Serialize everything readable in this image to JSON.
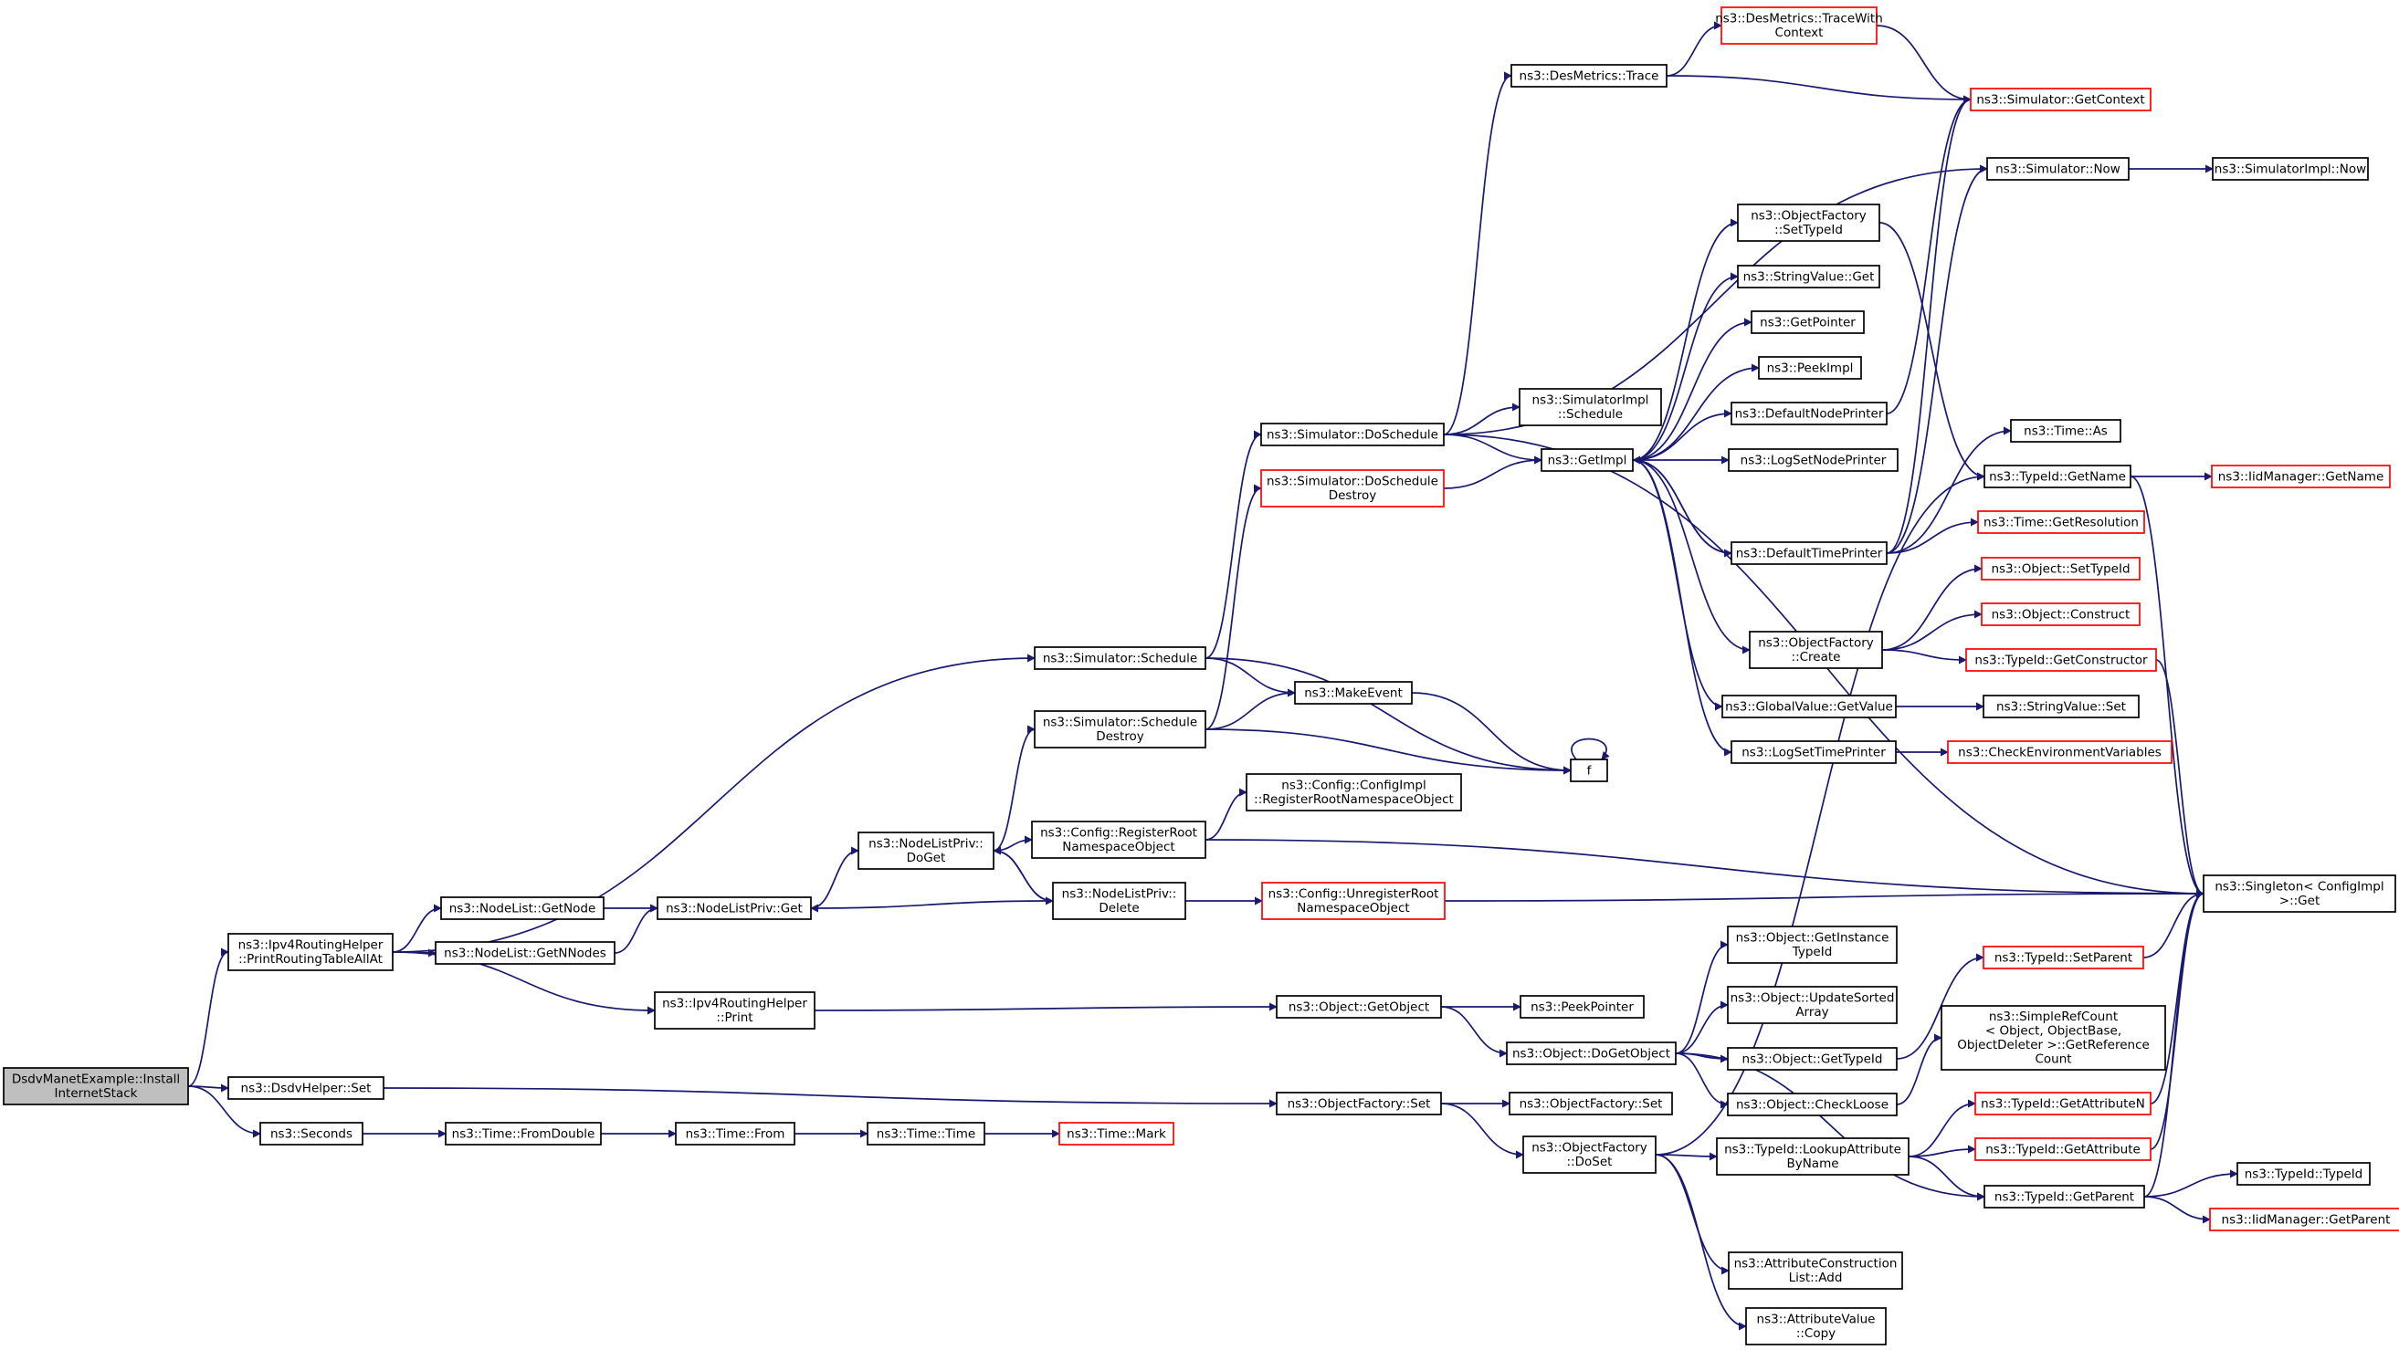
{
  "colors": {
    "edge": "#191970",
    "node_border": "#000000",
    "external_border": "#ff0000",
    "root_fill": "#bfbfbf",
    "background": "#ffffff"
  },
  "nodes": [
    {
      "id": "root",
      "lines": [
        "DsdvManetExample::Install",
        "InternetStack"
      ],
      "style": "root"
    },
    {
      "id": "printrt",
      "lines": [
        "ns3::Ipv4RoutingHelper",
        "::PrintRoutingTableAllAt"
      ]
    },
    {
      "id": "dsdvset",
      "lines": [
        "ns3::DsdvHelper::Set"
      ]
    },
    {
      "id": "seconds",
      "lines": [
        "ns3::Seconds"
      ]
    },
    {
      "id": "getnode",
      "lines": [
        "ns3::NodeList::GetNode"
      ]
    },
    {
      "id": "getnnodes",
      "lines": [
        "ns3::NodeList::GetNNodes"
      ]
    },
    {
      "id": "nlpget",
      "lines": [
        "ns3::NodeListPriv::Get"
      ]
    },
    {
      "id": "nlpdoget",
      "lines": [
        "ns3::NodeListPriv::",
        "DoGet"
      ]
    },
    {
      "id": "nlpdelete",
      "lines": [
        "ns3::NodeListPriv::",
        "Delete"
      ]
    },
    {
      "id": "print",
      "lines": [
        "ns3::Ipv4RoutingHelper",
        "::Print"
      ]
    },
    {
      "id": "schedule",
      "lines": [
        "ns3::Simulator::Schedule"
      ]
    },
    {
      "id": "schedestroy",
      "lines": [
        "ns3::Simulator::Schedule",
        "Destroy"
      ]
    },
    {
      "id": "makeevent",
      "lines": [
        "ns3::MakeEvent"
      ]
    },
    {
      "id": "f",
      "lines": [
        "f"
      ]
    },
    {
      "id": "regroot",
      "lines": [
        "ns3::Config::RegisterRoot",
        "NamespaceObject"
      ]
    },
    {
      "id": "cfgregroot",
      "lines": [
        "ns3::Config::ConfigImpl",
        "::RegisterRootNamespaceObject"
      ]
    },
    {
      "id": "unregroot",
      "lines": [
        "ns3::Config::UnregisterRoot",
        "NamespaceObject"
      ],
      "style": "red"
    },
    {
      "id": "doschedule",
      "lines": [
        "ns3::Simulator::DoSchedule"
      ]
    },
    {
      "id": "doschedestroy",
      "lines": [
        "ns3::Simulator::DoSchedule",
        "Destroy"
      ],
      "style": "red"
    },
    {
      "id": "desmtrace",
      "lines": [
        "ns3::DesMetrics::Trace"
      ]
    },
    {
      "id": "desmtracectx",
      "lines": [
        "ns3::DesMetrics::TraceWith",
        "Context"
      ],
      "style": "red"
    },
    {
      "id": "getcontext",
      "lines": [
        "ns3::Simulator::GetContext"
      ],
      "style": "red"
    },
    {
      "id": "simnow",
      "lines": [
        "ns3::Simulator::Now"
      ]
    },
    {
      "id": "simimplnow",
      "lines": [
        "ns3::SimulatorImpl::Now"
      ]
    },
    {
      "id": "simimplsched",
      "lines": [
        "ns3::SimulatorImpl",
        "::Schedule"
      ]
    },
    {
      "id": "getimpl",
      "lines": [
        "ns3::GetImpl"
      ]
    },
    {
      "id": "ofsettypeid",
      "lines": [
        "ns3::ObjectFactory",
        "::SetTypeId"
      ]
    },
    {
      "id": "strvalget",
      "lines": [
        "ns3::StringValue::Get"
      ]
    },
    {
      "id": "getpointer",
      "lines": [
        "ns3::GetPointer"
      ]
    },
    {
      "id": "peekimpl",
      "lines": [
        "ns3::PeekImpl"
      ]
    },
    {
      "id": "defnodeprinter",
      "lines": [
        "ns3::DefaultNodePrinter"
      ]
    },
    {
      "id": "logsetnode",
      "lines": [
        "ns3::LogSetNodePrinter"
      ]
    },
    {
      "id": "deftimeprinter",
      "lines": [
        "ns3::DefaultTimePrinter"
      ]
    },
    {
      "id": "ofcreate",
      "lines": [
        "ns3::ObjectFactory",
        "::Create"
      ]
    },
    {
      "id": "gvgetvalue",
      "lines": [
        "ns3::GlobalValue::GetValue"
      ]
    },
    {
      "id": "logsettime",
      "lines": [
        "ns3::LogSetTimePrinter"
      ]
    },
    {
      "id": "timeas",
      "lines": [
        "ns3::Time::As"
      ]
    },
    {
      "id": "typeidgetname",
      "lines": [
        "ns3::TypeId::GetName"
      ]
    },
    {
      "id": "iidgetname",
      "lines": [
        "ns3::IidManager::GetName"
      ],
      "style": "red"
    },
    {
      "id": "timegetres",
      "lines": [
        "ns3::Time::GetResolution"
      ],
      "style": "red"
    },
    {
      "id": "objsettypeid",
      "lines": [
        "ns3::Object::SetTypeId"
      ],
      "style": "red"
    },
    {
      "id": "objconstruct",
      "lines": [
        "ns3::Object::Construct"
      ],
      "style": "red"
    },
    {
      "id": "tidgetctor",
      "lines": [
        "ns3::TypeId::GetConstructor"
      ],
      "style": "red"
    },
    {
      "id": "strvalset",
      "lines": [
        "ns3::StringValue::Set"
      ]
    },
    {
      "id": "checkenv",
      "lines": [
        "ns3::CheckEnvironmentVariables"
      ],
      "style": "red"
    },
    {
      "id": "singleton",
      "lines": [
        "ns3::Singleton< ConfigImpl",
        ">::Get"
      ]
    },
    {
      "id": "objgetobject",
      "lines": [
        "ns3::Object::GetObject"
      ]
    },
    {
      "id": "peekpointer",
      "lines": [
        "ns3::PeekPointer"
      ]
    },
    {
      "id": "objdogetobject",
      "lines": [
        "ns3::Object::DoGetObject"
      ]
    },
    {
      "id": "objgetinst",
      "lines": [
        "ns3::Object::GetInstance",
        "TypeId"
      ]
    },
    {
      "id": "objupdsorted",
      "lines": [
        "ns3::Object::UpdateSorted",
        "Array"
      ]
    },
    {
      "id": "objgettypeid",
      "lines": [
        "ns3::Object::GetTypeId"
      ]
    },
    {
      "id": "objcheckloose",
      "lines": [
        "ns3::Object::CheckLoose"
      ]
    },
    {
      "id": "tidsetparent",
      "lines": [
        "ns3::TypeId::SetParent"
      ],
      "style": "red"
    },
    {
      "id": "simplerefcount",
      "lines": [
        "ns3::SimpleRefCount",
        "< Object, ObjectBase,",
        "ObjectDeleter >::GetReference",
        "Count"
      ]
    },
    {
      "id": "ofset",
      "lines": [
        "ns3::ObjectFactory::Set"
      ]
    },
    {
      "id": "ofset2",
      "lines": [
        "ns3::ObjectFactory::Set"
      ]
    },
    {
      "id": "ofdoset",
      "lines": [
        "ns3::ObjectFactory",
        "::DoSet"
      ]
    },
    {
      "id": "tidlookup",
      "lines": [
        "ns3::TypeId::LookupAttribute",
        "ByName"
      ]
    },
    {
      "id": "tidgetattrn",
      "lines": [
        "ns3::TypeId::GetAttributeN"
      ],
      "style": "red"
    },
    {
      "id": "tidgetattr",
      "lines": [
        "ns3::TypeId::GetAttribute"
      ],
      "style": "red"
    },
    {
      "id": "tidgetparent",
      "lines": [
        "ns3::TypeId::GetParent"
      ]
    },
    {
      "id": "tidtypeid",
      "lines": [
        "ns3::TypeId::TypeId"
      ]
    },
    {
      "id": "iidgetparent",
      "lines": [
        "ns3::IidManager::GetParent"
      ],
      "style": "red"
    },
    {
      "id": "attrconstr",
      "lines": [
        "ns3::AttributeConstruction",
        "List::Add"
      ]
    },
    {
      "id": "attrvalcopy",
      "lines": [
        "ns3::AttributeValue",
        "::Copy"
      ]
    },
    {
      "id": "timefromdouble",
      "lines": [
        "ns3::Time::FromDouble"
      ]
    },
    {
      "id": "timefrom",
      "lines": [
        "ns3::Time::From"
      ]
    },
    {
      "id": "timetime",
      "lines": [
        "ns3::Time::Time"
      ]
    },
    {
      "id": "timemark",
      "lines": [
        "ns3::Time::Mark"
      ],
      "style": "red"
    }
  ],
  "edges": [
    [
      "root",
      "printrt"
    ],
    [
      "root",
      "dsdvset"
    ],
    [
      "root",
      "seconds"
    ],
    [
      "printrt",
      "schedule"
    ],
    [
      "printrt",
      "getnode"
    ],
    [
      "printrt",
      "getnnodes"
    ],
    [
      "printrt",
      "print"
    ],
    [
      "getnode",
      "nlpget"
    ],
    [
      "getnnodes",
      "nlpget"
    ],
    [
      "nlpget",
      "nlpdoget"
    ],
    [
      "nlpdoget",
      "schedestroy"
    ],
    [
      "nlpdoget",
      "regroot"
    ],
    [
      "nlpdoget",
      "nlpdelete"
    ],
    [
      "nlpdelete",
      "nlpdoget"
    ],
    [
      "nlpdelete",
      "nlpget"
    ],
    [
      "nlpdelete",
      "unregroot"
    ],
    [
      "schedule",
      "doschedule"
    ],
    [
      "schedule",
      "makeevent"
    ],
    [
      "schedule",
      "f"
    ],
    [
      "schedestroy",
      "doschedestroy"
    ],
    [
      "schedestroy",
      "makeevent"
    ],
    [
      "schedestroy",
      "f"
    ],
    [
      "makeevent",
      "f"
    ],
    [
      "f",
      "f"
    ],
    [
      "regroot",
      "cfgregroot"
    ],
    [
      "regroot",
      "singleton"
    ],
    [
      "unregroot",
      "singleton"
    ],
    [
      "doschedule",
      "desmtrace"
    ],
    [
      "doschedule",
      "simnow"
    ],
    [
      "doschedule",
      "simimplsched"
    ],
    [
      "doschedule",
      "getimpl"
    ],
    [
      "doschedule",
      "singleton"
    ],
    [
      "doschedestroy",
      "getimpl"
    ],
    [
      "desmtrace",
      "desmtracectx"
    ],
    [
      "desmtrace",
      "getcontext"
    ],
    [
      "desmtracectx",
      "getcontext"
    ],
    [
      "simnow",
      "simimplnow"
    ],
    [
      "getimpl",
      "ofsettypeid"
    ],
    [
      "getimpl",
      "strvalget"
    ],
    [
      "getimpl",
      "getpointer"
    ],
    [
      "getimpl",
      "peekimpl"
    ],
    [
      "getimpl",
      "defnodeprinter"
    ],
    [
      "getimpl",
      "logsetnode"
    ],
    [
      "getimpl",
      "deftimeprinter"
    ],
    [
      "getimpl",
      "ofcreate"
    ],
    [
      "getimpl",
      "gvgetvalue"
    ],
    [
      "getimpl",
      "logsettime"
    ],
    [
      "defnodeprinter",
      "getcontext"
    ],
    [
      "deftimeprinter",
      "getcontext"
    ],
    [
      "deftimeprinter",
      "simnow"
    ],
    [
      "deftimeprinter",
      "timeas"
    ],
    [
      "deftimeprinter",
      "timegetres"
    ],
    [
      "deftimeprinter",
      "getimpl"
    ],
    [
      "ofsettypeid",
      "typeidgetname"
    ],
    [
      "ofcreate",
      "objsettypeid"
    ],
    [
      "ofcreate",
      "objconstruct"
    ],
    [
      "ofcreate",
      "tidgetctor"
    ],
    [
      "gvgetvalue",
      "strvalset"
    ],
    [
      "logsettime",
      "checkenv"
    ],
    [
      "typeidgetname",
      "iidgetname"
    ],
    [
      "typeidgetname",
      "singleton"
    ],
    [
      "tidgetctor",
      "singleton"
    ],
    [
      "print",
      "objgetobject"
    ],
    [
      "objgetobject",
      "peekpointer"
    ],
    [
      "objgetobject",
      "objdogetobject"
    ],
    [
      "objdogetobject",
      "objgetinst"
    ],
    [
      "objdogetobject",
      "objupdsorted"
    ],
    [
      "objdogetobject",
      "objgettypeid"
    ],
    [
      "objdogetobject",
      "objcheckloose"
    ],
    [
      "objdogetobject",
      "tidgetparent"
    ],
    [
      "objgettypeid",
      "tidsetparent"
    ],
    [
      "objcheckloose",
      "simplerefcount"
    ],
    [
      "tidsetparent",
      "singleton"
    ],
    [
      "dsdvset",
      "ofset"
    ],
    [
      "ofset",
      "ofset2"
    ],
    [
      "ofset",
      "ofdoset"
    ],
    [
      "ofdoset",
      "tidlookup"
    ],
    [
      "ofdoset",
      "attrconstr"
    ],
    [
      "ofdoset",
      "attrvalcopy"
    ],
    [
      "ofdoset",
      "typeidgetname"
    ],
    [
      "tidlookup",
      "tidgetattrn"
    ],
    [
      "tidlookup",
      "tidgetattr"
    ],
    [
      "tidlookup",
      "tidgetparent"
    ],
    [
      "tidgetattrn",
      "singleton"
    ],
    [
      "tidgetattr",
      "singleton"
    ],
    [
      "tidgetparent",
      "tidtypeid"
    ],
    [
      "tidgetparent",
      "iidgetparent"
    ],
    [
      "tidgetparent",
      "singleton"
    ],
    [
      "seconds",
      "timefromdouble"
    ],
    [
      "timefromdouble",
      "timefrom"
    ],
    [
      "timefrom",
      "timetime"
    ],
    [
      "timetime",
      "timemark"
    ]
  ]
}
